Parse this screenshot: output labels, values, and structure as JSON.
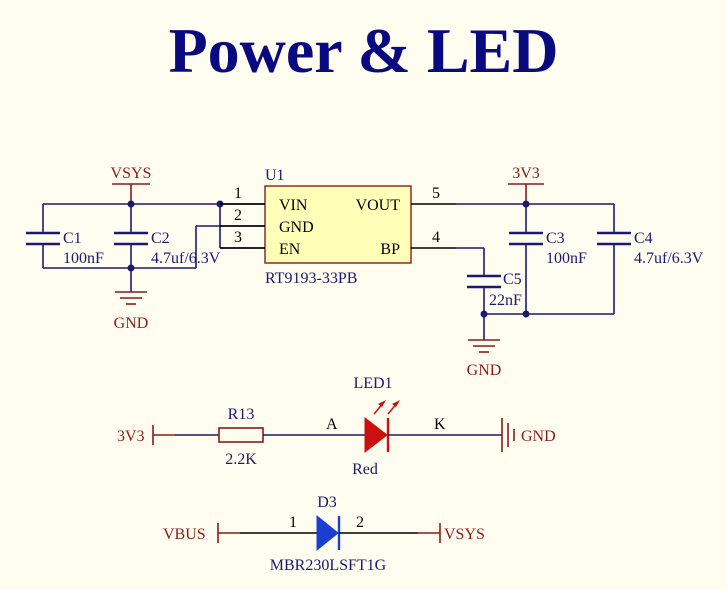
{
  "title": "Power & LED",
  "colors": {
    "background": "#FFFDF0",
    "title": "#0A0A80",
    "wire": "#1A1A6E",
    "power_label": "#8B1A1A",
    "led": "#CC1010",
    "diode": "#1A3FD0",
    "ic_fill": "#FFFFB8"
  },
  "ic": {
    "ref": "U1",
    "part": "RT9193-33PB",
    "pins": {
      "p1": {
        "num": "1",
        "name": "VIN"
      },
      "p2": {
        "num": "2",
        "name": "GND"
      },
      "p3": {
        "num": "3",
        "name": "EN"
      },
      "p5": {
        "num": "5",
        "name": "VOUT"
      },
      "p4": {
        "num": "4",
        "name": "BP"
      }
    }
  },
  "caps": {
    "c1": {
      "ref": "C1",
      "value": "100nF"
    },
    "c2": {
      "ref": "C2",
      "value": "4.7uf/6.3V"
    },
    "c3": {
      "ref": "C3",
      "value": "100nF"
    },
    "c4": {
      "ref": "C4",
      "value": "4.7uf/6.3V"
    },
    "c5": {
      "ref": "C5",
      "value": "22nF"
    }
  },
  "nets": {
    "vsys_top": "VSYS",
    "v3v3_top": "3V3",
    "gnd_left": "GND",
    "gnd_mid": "GND",
    "v3v3_led": "3V3",
    "gnd_led": "GND",
    "vbus": "VBUS",
    "vsys_diode": "VSYS"
  },
  "resistor": {
    "ref": "R13",
    "value": "2.2K"
  },
  "led": {
    "ref": "LED1",
    "color": "Red",
    "anode": "A",
    "cathode": "K"
  },
  "diode": {
    "ref": "D3",
    "part": "MBR230LSFT1G",
    "pin1": "1",
    "pin2": "2"
  }
}
